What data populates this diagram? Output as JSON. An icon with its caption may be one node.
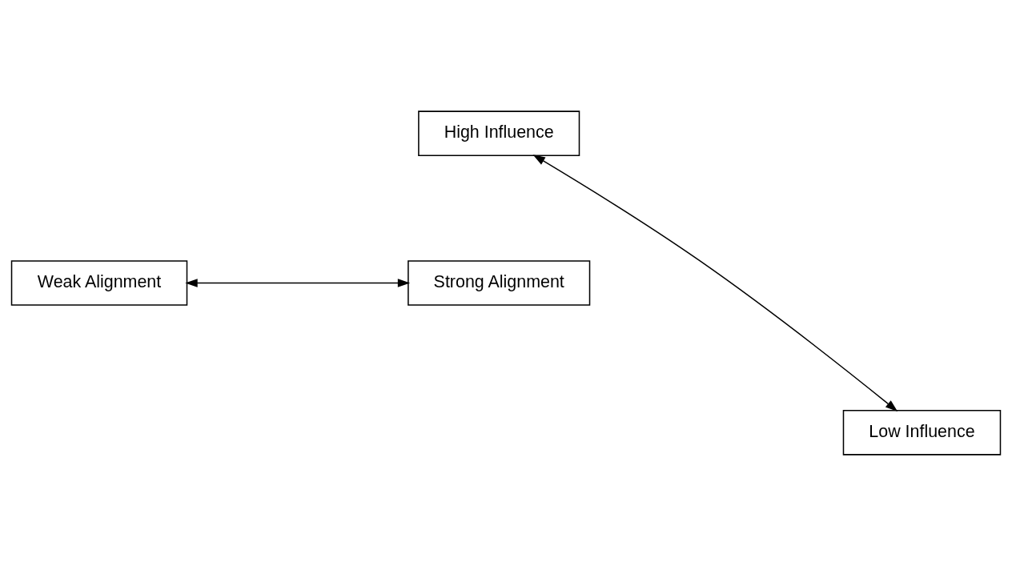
{
  "diagram": {
    "nodes": [
      {
        "text": [
          "High Influence"
        ]
      },
      {
        "text": [
          "Weak Alignment"
        ]
      },
      {
        "text": [
          "Strong Alignment"
        ]
      },
      {
        "text": [
          "Low Influence"
        ]
      }
    ],
    "edges": [
      {
        "from": 0,
        "to": 3,
        "arrow": "both"
      },
      {
        "from": 1,
        "to": 2,
        "arrow": "both"
      }
    ]
  }
}
